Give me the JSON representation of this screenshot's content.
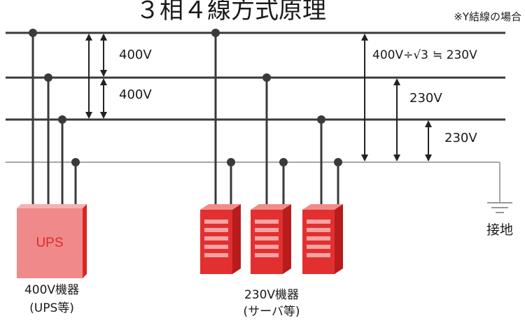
{
  "title": "３相４線方式原理",
  "note": "※Y結線の場合",
  "voltages": {
    "line_to_line_1": "400V",
    "line_to_line_2": "400V",
    "phase_formula_left": "400V÷",
    "phase_formula_sqrt": "√3",
    "phase_formula_right": "≒ 230V",
    "phase_2": "230V",
    "phase_3": "230V"
  },
  "ground_label": "接地",
  "ups": {
    "box_label": "UPS",
    "caption_line1": "400V機器",
    "caption_line2": "(UPS等)"
  },
  "servers": {
    "caption_line1": "230V機器",
    "caption_line2": "(サーバ等)"
  },
  "colors": {
    "wire": "#3a3a3a",
    "neutral": "#a8a8a8",
    "ups_body": "#f08a8a",
    "ups_label": "#e02a2a",
    "server_red": "#e23030"
  }
}
